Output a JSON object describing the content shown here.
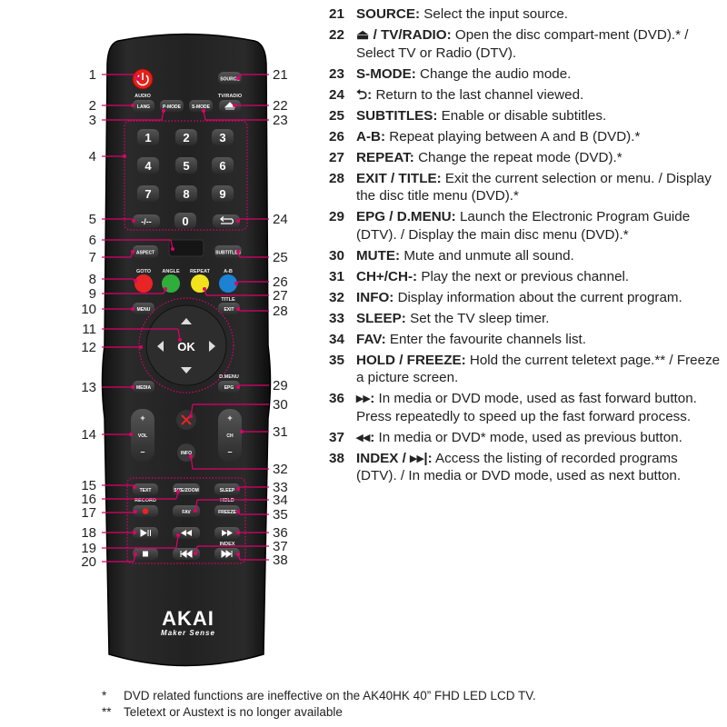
{
  "remote": {
    "brand": "AKAI",
    "tagline": "Maker Sense",
    "top_labels": {
      "audio": "AUDIO",
      "tv_radio": "TV/RADIO"
    },
    "keys": {
      "source": "SOURCE",
      "lang": "LANG",
      "p_mode": "P-MODE",
      "s_mode": "S-MODE",
      "digits": [
        "1",
        "2",
        "3",
        "4",
        "5",
        "6",
        "7",
        "8",
        "9"
      ],
      "zero": "0",
      "dash": "-/--",
      "aspect": "ASPECT",
      "subtitles": "SUBTITLES",
      "goto": "GOTO",
      "angle": "ANGLE",
      "repeat": "REPEAT",
      "ab": "A-B",
      "title": "TITLE",
      "menu": "MENU",
      "exit": "EXIT",
      "ok": "OK",
      "media": "MEDIA",
      "dmenu": "D.MENU",
      "epg": "EPG",
      "plus": "+",
      "minus": "–",
      "vol": "VOL",
      "ch": "CH",
      "info": "INFO",
      "text": "TEXT",
      "size_zoom": "SIZE/ZOOM",
      "sleep": "SLEEP",
      "rec": "RECORD",
      "fav": "FAV",
      "hold": "HOLD",
      "freeze": "FREEZE",
      "index": "INDEX"
    }
  },
  "callouts_left": [
    "1",
    "2",
    "3",
    "4",
    "5",
    "6",
    "7",
    "8",
    "9",
    "10",
    "11",
    "12",
    "13",
    "14",
    "15",
    "16",
    "17",
    "18",
    "19",
    "20"
  ],
  "callouts_right": [
    "21",
    "22",
    "23",
    "24",
    "25",
    "26",
    "27",
    "28",
    "29",
    "30",
    "31",
    "32",
    "33",
    "34",
    "35",
    "36",
    "37",
    "38"
  ],
  "legend": [
    {
      "num": "21",
      "key": "SOURCE:",
      "text": "Select the input source."
    },
    {
      "num": "22",
      "key": "⏏ / TV/RADIO:",
      "text": "Open the disc compart-ment (DVD).* / Select TV or Radio (DTV)."
    },
    {
      "num": "23",
      "key": "S-MODE:",
      "text": "Change the audio mode."
    },
    {
      "num": "24",
      "key": "⮌:",
      "text": "Return to the last channel viewed."
    },
    {
      "num": "25",
      "key": "SUBTITLES:",
      "text": "Enable or disable subtitles."
    },
    {
      "num": "26",
      "key": "A-B:",
      "text": "Repeat playing between A and B (DVD).*"
    },
    {
      "num": "27",
      "key": "REPEAT:",
      "text": "Change the repeat mode (DVD).*"
    },
    {
      "num": "28",
      "key": "EXIT / TITLE:",
      "text": "Exit the current selection or menu. / Display the disc title menu (DVD).*"
    },
    {
      "num": "29",
      "key": "EPG / D.MENU:",
      "text": "Launch the Electronic Program Guide (DTV). / Display the main disc menu (DVD).*"
    },
    {
      "num": "30",
      "key": "MUTE:",
      "text": "Mute and unmute all sound."
    },
    {
      "num": "31",
      "key": "CH+/CH-:",
      "text": "Play the next or previous channel."
    },
    {
      "num": "32",
      "key": "INFO:",
      "text": "Display information about the current program."
    },
    {
      "num": "33",
      "key": "SLEEP:",
      "text": "Set the TV sleep timer."
    },
    {
      "num": "34",
      "key": "FAV:",
      "text": "Enter the favourite channels list."
    },
    {
      "num": "35",
      "key": "HOLD / FREEZE:",
      "text": "Hold the current teletext page.** / Freeze a picture screen."
    },
    {
      "num": "36",
      "key": "▸▸:",
      "text": "In media or DVD mode, used as fast forward button. Press repeatedly to speed up the fast forward process."
    },
    {
      "num": "37",
      "key": "◂◂:",
      "text": "In media or DVD* mode, used as previous button."
    },
    {
      "num": "38",
      "key": "INDEX / ▸▸|:",
      "text": "Access the listing of recorded programs (DTV). / In media or DVD mode, used as next button."
    }
  ],
  "notes": [
    {
      "mark": "*",
      "text": "DVD related functions are ineffective on the AK40HK 40” FHD LED LCD TV."
    },
    {
      "mark": "**",
      "text": "Teletext or Austext is no longer available"
    }
  ],
  "colors": {
    "body": "#1c1c1c",
    "key": "#3a3a3a",
    "callout_line": "#e0006a",
    "power": "#e32119",
    "red": "#e82424",
    "green": "#2fae3c",
    "yellow": "#f2e21c",
    "blue": "#1c82d4"
  }
}
